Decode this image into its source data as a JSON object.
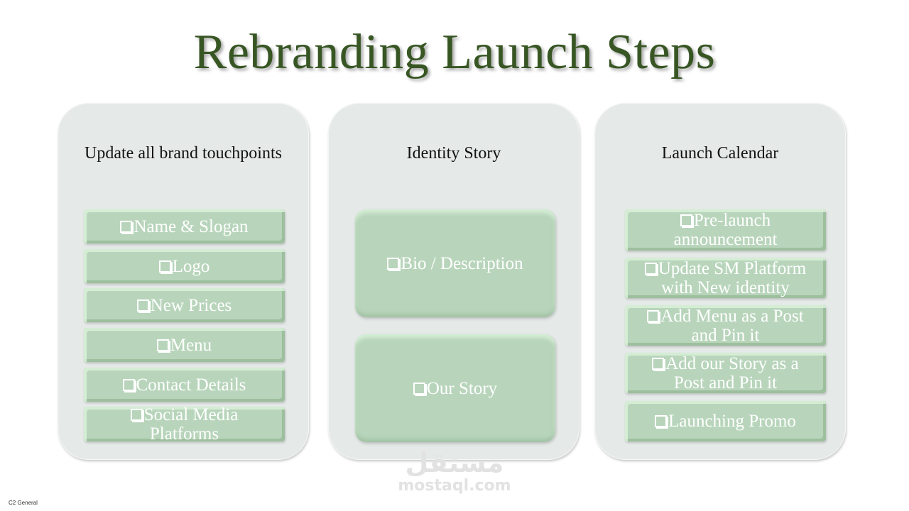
{
  "title": "Rebranding Launch Steps",
  "columns": [
    {
      "heading": "Update all brand touchpoints",
      "items": [
        "Name & Slogan",
        "Logo",
        "New Prices",
        "Menu",
        "Contact Details",
        "Social Media Platforms"
      ]
    },
    {
      "heading": "Identity Story",
      "items": [
        "Bio / Description",
        "Our Story"
      ]
    },
    {
      "heading": "Launch Calendar",
      "items": [
        "Pre-launch announcement",
        "Update SM Platform with New identity",
        "Add Menu as a Post and Pin it",
        "Add our Story as a Post and Pin it",
        "Launching Promo"
      ]
    }
  ],
  "watermark": {
    "arabic": "مستقل",
    "latin": "mostaql.com"
  },
  "footer": {
    "classification": "C2 General"
  },
  "colors": {
    "title": "#375623",
    "panel": "#e5eae8",
    "item": "#b8d5bb",
    "item_text": "#ffffff"
  }
}
